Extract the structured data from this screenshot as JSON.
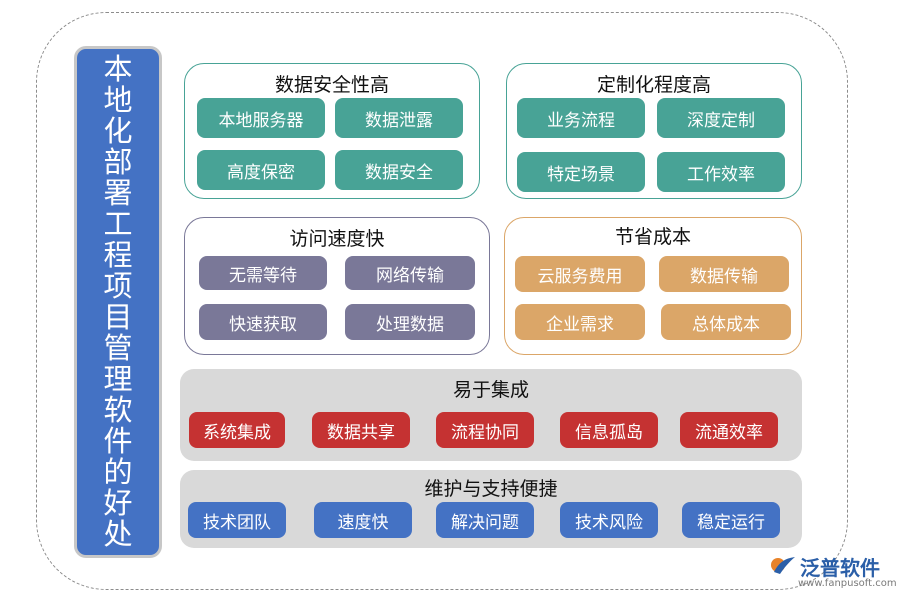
{
  "side_title": "本地化部署工程项目管理软件的好处",
  "panels": [
    {
      "title": "数据安全性高",
      "items": [
        "本地服务器",
        "数据泄露",
        "高度保密",
        "数据安全"
      ]
    },
    {
      "title": "定制化程度高",
      "items": [
        "业务流程",
        "深度定制",
        "特定场景",
        "工作效率"
      ]
    },
    {
      "title": "访问速度快",
      "items": [
        "无需等待",
        "网络传输",
        "快速获取",
        "处理数据"
      ]
    },
    {
      "title": "节省成本",
      "items": [
        "云服务费用",
        "数据传输",
        "企业需求",
        "总体成本"
      ]
    }
  ],
  "bands": [
    {
      "title": "易于集成",
      "items": [
        "系统集成",
        "数据共享",
        "流程协同",
        "信息孤岛",
        "流通效率"
      ]
    },
    {
      "title": "维护与支持便捷",
      "items": [
        "技术团队",
        "速度快",
        "解决问题",
        "技术风险",
        "稳定运行"
      ]
    }
  ],
  "colors": {
    "teal": "#48a396",
    "slate": "#7a7898",
    "tan": "#dba668",
    "red": "#c53232",
    "blue": "#4472c4",
    "band_bg": "#d9d9d9"
  },
  "logo": {
    "name": "泛普软件",
    "url": "www.fanpusoft.com",
    "icon": "fanpu-logo-icon"
  }
}
